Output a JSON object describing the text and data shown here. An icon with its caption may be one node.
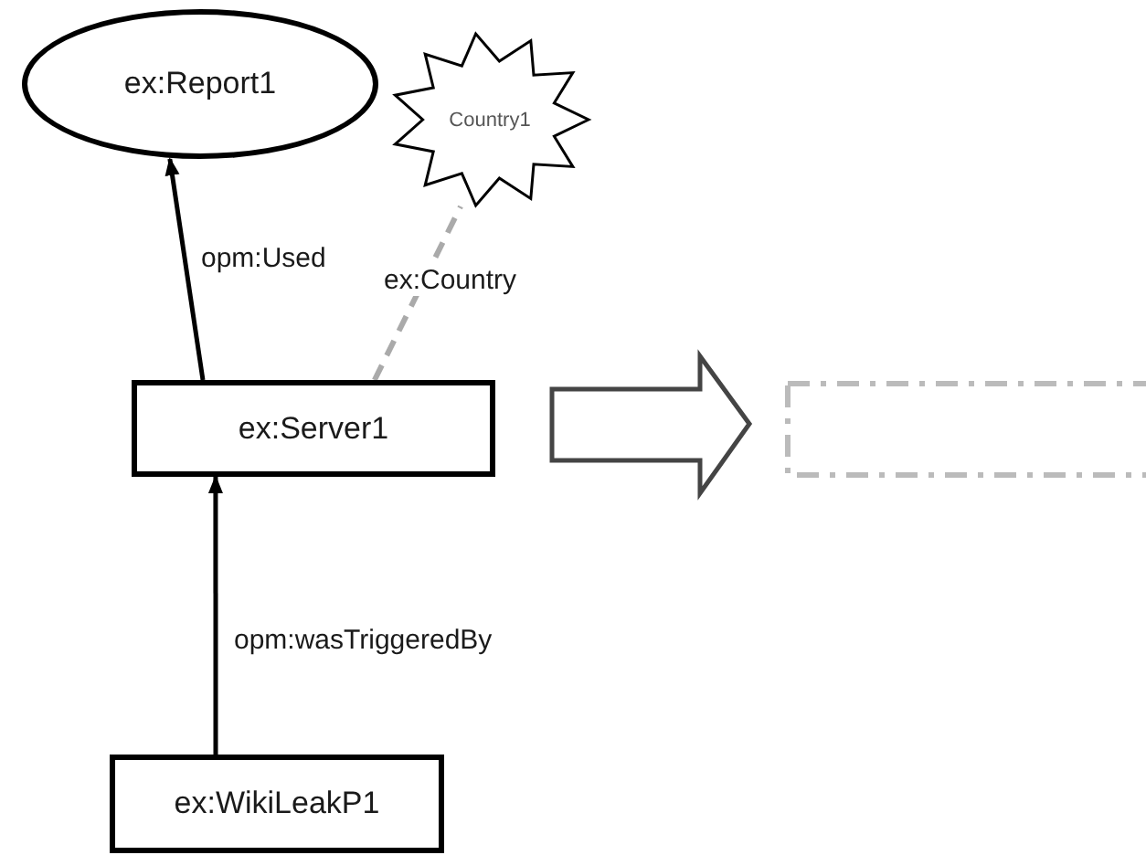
{
  "diagram": {
    "nodes": [
      {
        "text": [
          "ex:Report1"
        ]
      },
      {
        "text": [
          "Country1"
        ]
      },
      {
        "text": [
          "ex:Server1"
        ]
      },
      {
        "text": [
          "ex:WikiLeakP1"
        ]
      },
      {
        "text": [],
        "shape": "box"
      }
    ],
    "edges": [
      {
        "from": 2,
        "to": 0,
        "arrow": "to",
        "label": "opm:Used"
      },
      {
        "from": 2,
        "to": 1,
        "arrow": "none",
        "label": "ex:Country",
        "style": "dashed",
        "color": "#aaaaaa"
      },
      {
        "from": 3,
        "to": 2,
        "arrow": "to",
        "label": "opm:wasTriggeredBy"
      },
      {
        "from": 2,
        "to": 4,
        "arrow": "to",
        "style": "thick"
      }
    ]
  }
}
